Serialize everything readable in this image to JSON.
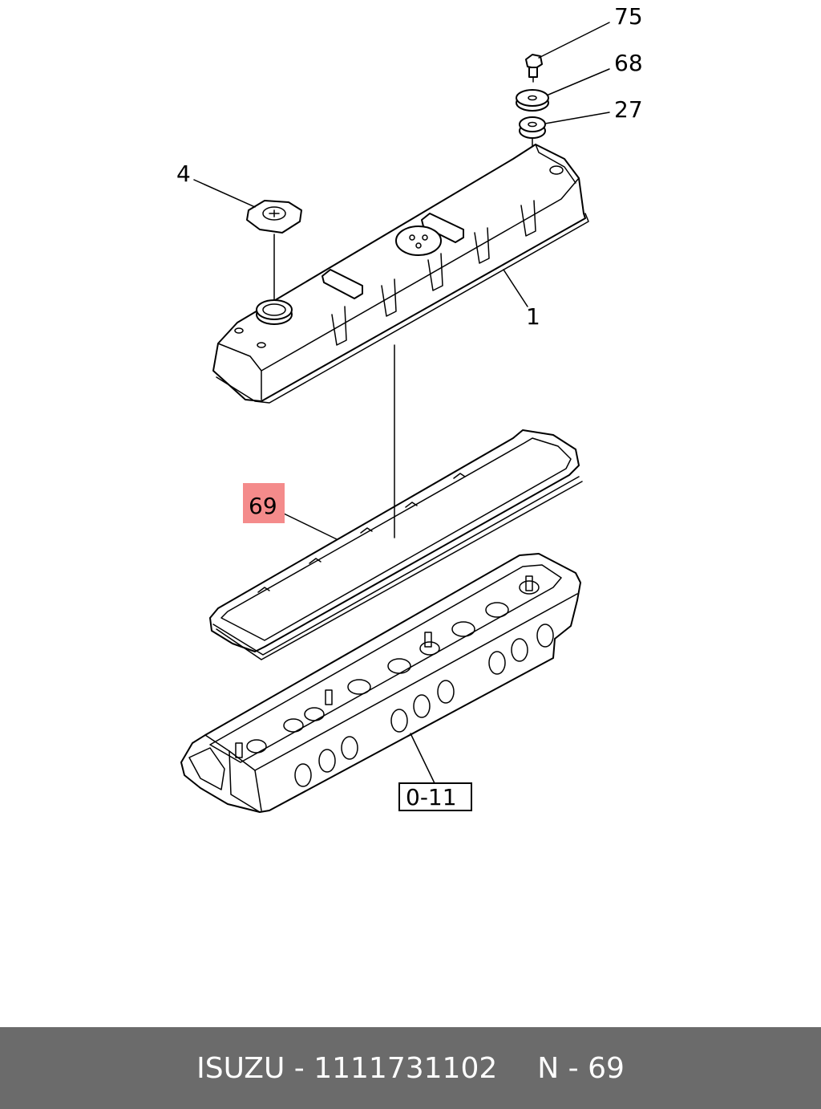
{
  "diagram": {
    "callouts": {
      "p75": "75",
      "p68": "68",
      "p27": "27",
      "p4": "4",
      "p1": "1",
      "p69": "69",
      "ref": "0-11"
    },
    "highlight_color": "#f48b8b"
  },
  "footer": {
    "brand": "ISUZU",
    "dash1": "-",
    "part_number": "1111731102",
    "ref_letter": "N",
    "dash2": "-",
    "ref_number": "69",
    "background": "#6b6b6b"
  }
}
